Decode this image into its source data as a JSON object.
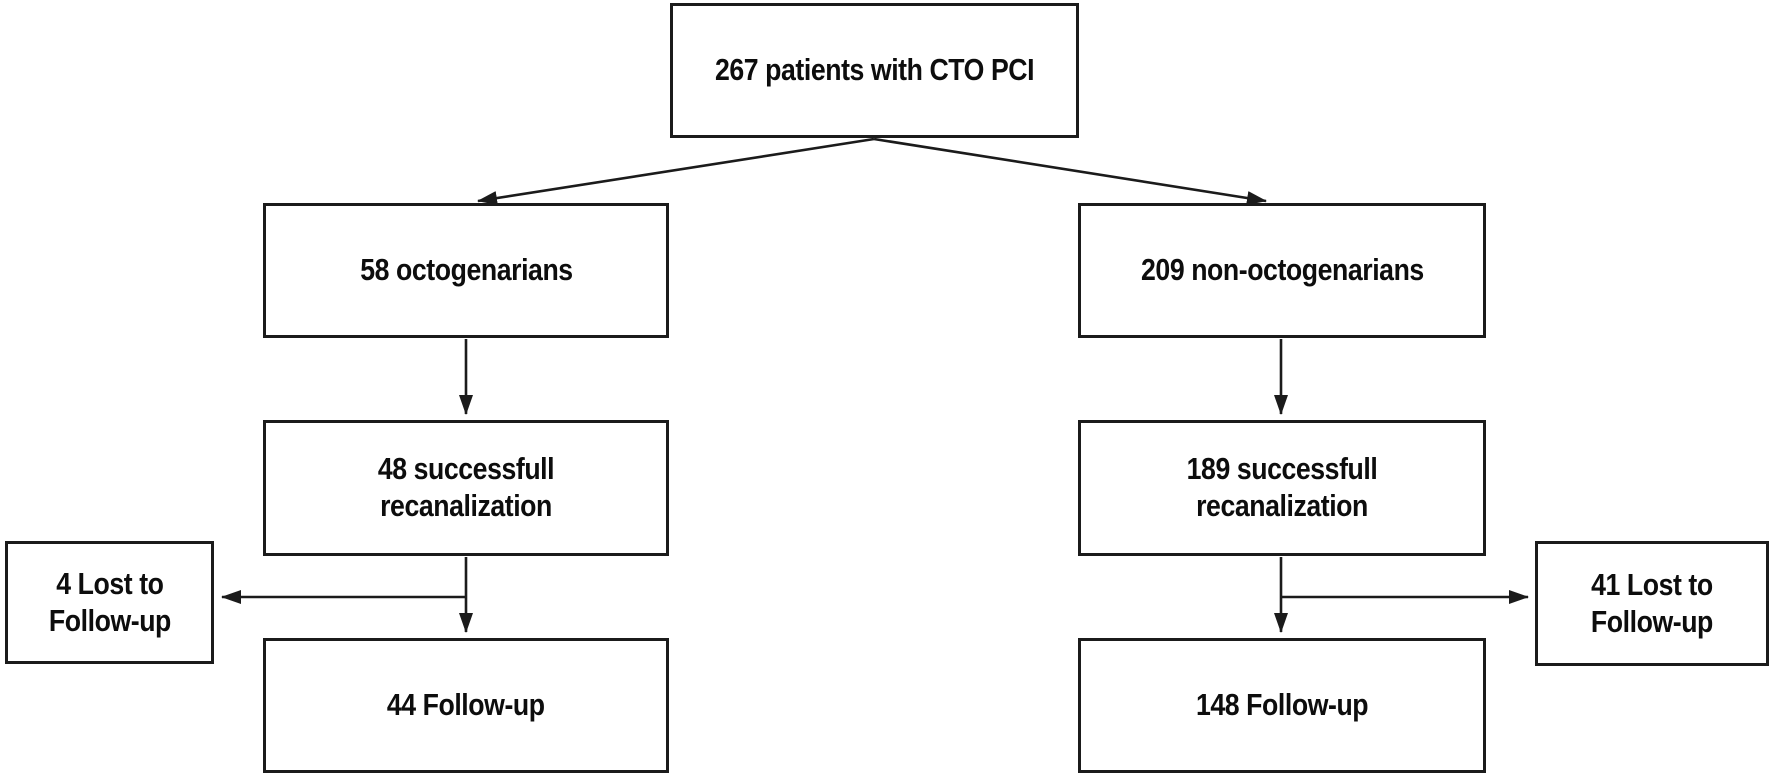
{
  "diagram": {
    "type": "flowchart",
    "colors": {
      "canvas_bg": "#ffffff",
      "box_bg": "#ffffff",
      "box_border": "#1b1b1b",
      "line": "#1b1b1b",
      "text": "#0d0d0d"
    },
    "nodes": {
      "root": "267 patients with CTO PCI",
      "left_group": "58 octogenarians",
      "left_recanalization": "48 successfull recanalization",
      "left_lost": "4 Lost to\nFollow-up",
      "left_followup": "44 Follow-up",
      "right_group": "209 non-octogenarians",
      "right_recanalization": "189 successfull recanalization",
      "right_lost": "41 Lost to\nFollow-up",
      "right_followup": "148 Follow-up"
    }
  }
}
